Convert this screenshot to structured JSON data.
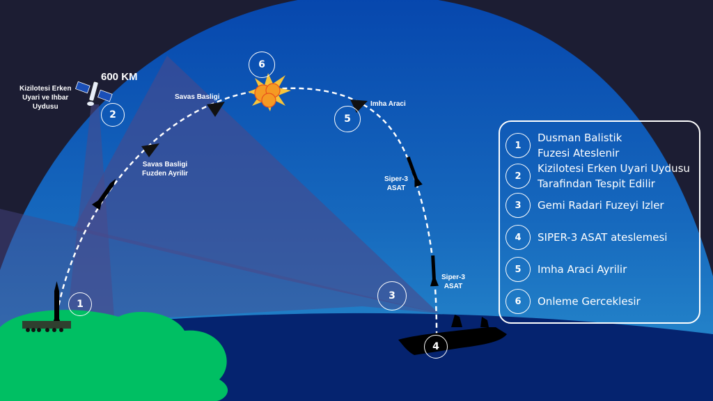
{
  "colors": {
    "space": "#1c1d33",
    "sky_top": "#0848b0",
    "sky_bottom": "#2a8fd0",
    "sea": "#05236f",
    "land": "#00bf63",
    "beam": "#4a4a8a",
    "trajectory": "#ffffff",
    "explosion": "#f59a23"
  },
  "labels": {
    "altitude": "600 KM",
    "satellite": "Kizilotesi Erken\nUyari ve Ihbar\nUydusu",
    "warhead": "Savas Basligi",
    "warhead_separation": "Savas Basligi\nFuzden Ayrilir",
    "kill_vehicle": "Imha Araci",
    "asat_upper": "Siper-3\nASAT",
    "asat_lower": "Siper-3\nASAT"
  },
  "markers": [
    "1",
    "2",
    "3",
    "4",
    "5",
    "6"
  ],
  "legend": [
    {
      "num": "1",
      "text": "Dusman Balistik\nFuzesi Ateslenir"
    },
    {
      "num": "2",
      "text": "Kizilotesi Erken Uyari Uydusu\nTarafindan Tespit Edilir"
    },
    {
      "num": "3",
      "text": "Gemi Radari Fuzeyi Izler"
    },
    {
      "num": "4",
      "text": "SIPER-3 ASAT ateslemesi"
    },
    {
      "num": "5",
      "text": "Imha Araci Ayrilir"
    },
    {
      "num": "6",
      "text": "Onleme Gerceklesir"
    }
  ]
}
